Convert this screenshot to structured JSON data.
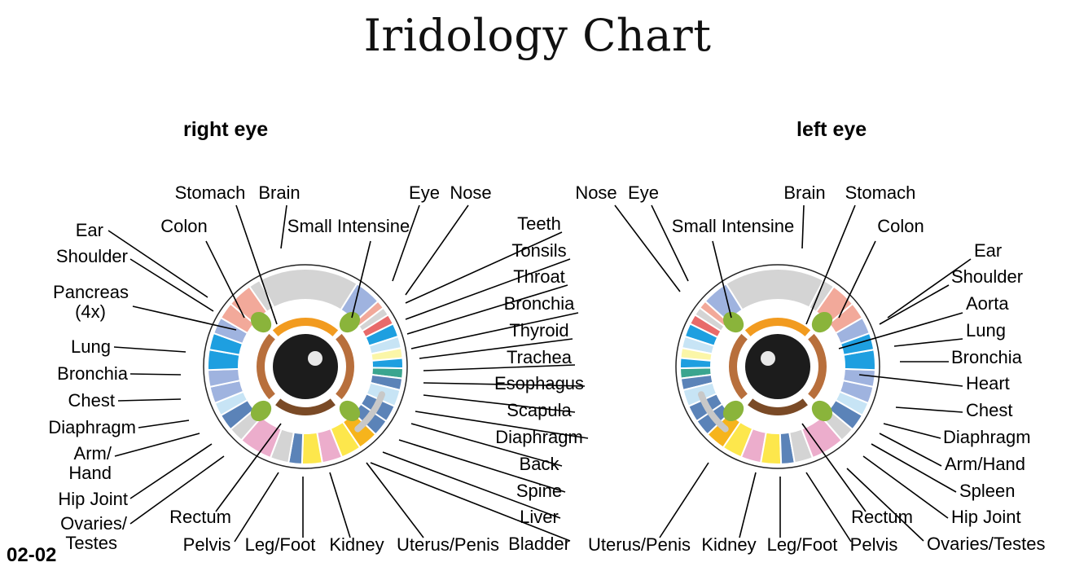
{
  "title": "Iridology Chart",
  "code": "02-02",
  "right_eye": {
    "title": "right eye",
    "labels": {
      "ear": "Ear",
      "shoulder": "Shoulder",
      "pancreas": "Pancreas",
      "pancreas_note": "(4x)",
      "lung": "Lung",
      "bronchia": "Bronchia",
      "chest": "Chest",
      "diaphragm": "Diaphragm",
      "arm": "Arm/",
      "hand": "Hand",
      "hip_joint": "Hip Joint",
      "ovaries": "Ovaries/",
      "testes": "Testes",
      "colon": "Colon",
      "stomach": "Stomach",
      "brain": "Brain",
      "small_intestine": "Small Intensine",
      "eye": "Eye",
      "nose": "Nose",
      "rectum": "Rectum",
      "pelvis": "Pelvis",
      "leg_foot": "Leg/Foot",
      "kidney": "Kidney",
      "uterus_penis": "Uterus/Penis"
    }
  },
  "center": {
    "labels": {
      "teeth": "Teeth",
      "tonsils": "Tonsils",
      "throat": "Throat",
      "bronchia": "Bronchia",
      "thyroid": "Thyroid",
      "trachea": "Trachea",
      "esophagus": "Esophagus",
      "scapula": "Scapula",
      "diaphragm": "Diaphragm",
      "back": "Back",
      "spine": "Spine",
      "liver": "Liver",
      "bladder": "Bladder"
    }
  },
  "left_eye": {
    "title": "left eye",
    "labels": {
      "nose": "Nose",
      "eye": "Eye",
      "brain": "Brain",
      "stomach": "Stomach",
      "small_intestine": "Small Intensine",
      "colon": "Colon",
      "ear": "Ear",
      "shoulder": "Shoulder",
      "aorta": "Aorta",
      "lung": "Lung",
      "bronchia": "Bronchia",
      "heart": "Heart",
      "chest": "Chest",
      "diaphragm": "Diaphragm",
      "arm_hand": "Arm/Hand",
      "spleen": "Spleen",
      "hip_joint": "Hip Joint",
      "ovaries_testes": "Ovaries/Testes",
      "rectum": "Rectum",
      "uterus_penis": "Uterus/Penis",
      "kidney": "Kidney",
      "leg_foot": "Leg/Foot",
      "pelvis": "Pelvis"
    }
  },
  "colors": {
    "gray": "#d4d4d4",
    "salmon": "#f2a99a",
    "periwinkle": "#9fb3df",
    "blue": "#1e9fe0",
    "lightblue": "#c7e4f5",
    "steel": "#5b83b8",
    "pink": "#ecadcc",
    "yellow": "#fde74c",
    "amber": "#f6b41c",
    "teal": "#3aa58f",
    "paleyellow": "#fbf6a8",
    "red": "#e86a6a",
    "green": "#8ab43b",
    "orange": "#f29b1f",
    "brown": "#7a4a26",
    "copper": "#b86f3c",
    "pupil": "#1c1c1c"
  }
}
